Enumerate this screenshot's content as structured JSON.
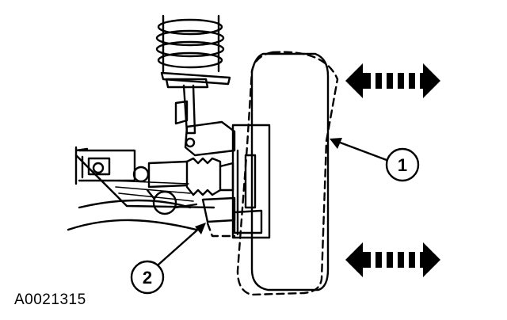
{
  "callouts": [
    {
      "number": "1"
    },
    {
      "number": "2"
    }
  ],
  "figure_id": "A0021315",
  "colors": {
    "ink": "#000000",
    "background": "#ffffff"
  },
  "icons": [
    "double-arrow-icon",
    "double-arrow-icon"
  ]
}
